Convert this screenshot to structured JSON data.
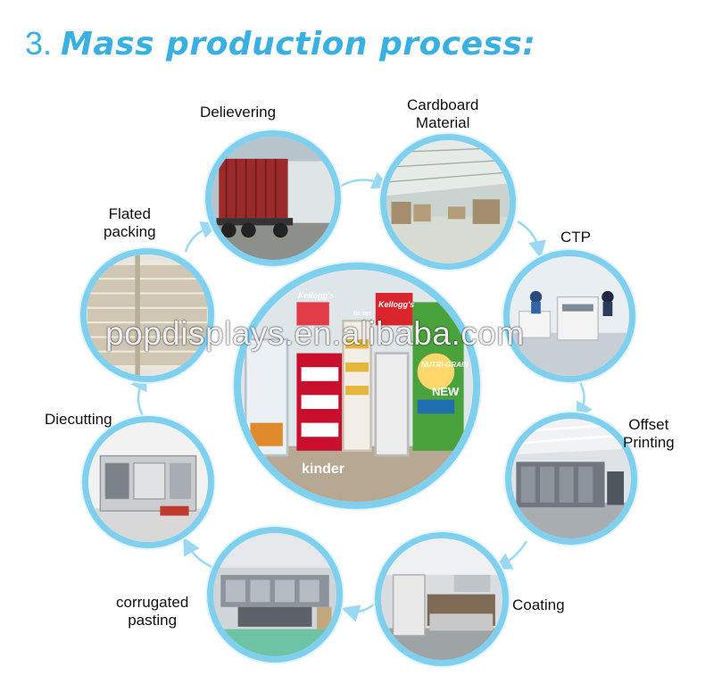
{
  "title": {
    "number": "3.",
    "text": "Mass production process",
    "colon": ":"
  },
  "watermark": "popdisplays.en.alibaba.com",
  "steps": {
    "cardboard": [
      "Cardboard",
      "Material"
    ],
    "ctp": [
      "CTP"
    ],
    "offset": [
      "Offset",
      "Printing"
    ],
    "coating": [
      "Coating"
    ],
    "pasting": [
      "corrugated",
      "pasting"
    ],
    "diecutting": [
      "Diecutting"
    ],
    "packing": [
      "Flated",
      "packing"
    ],
    "delivering": [
      "Delievering"
    ]
  },
  "center_photo_text": {
    "brand1": "Kellogg's",
    "brand2": "Kellogg's",
    "tictac": "tic tac",
    "cereal": "NUTRI-GRAIN",
    "new": "NEW",
    "kinder": "kinder"
  },
  "colors": {
    "accent": "#39b0e0",
    "ring": "#7fd0ee",
    "arrow": "#9ad9f1"
  }
}
